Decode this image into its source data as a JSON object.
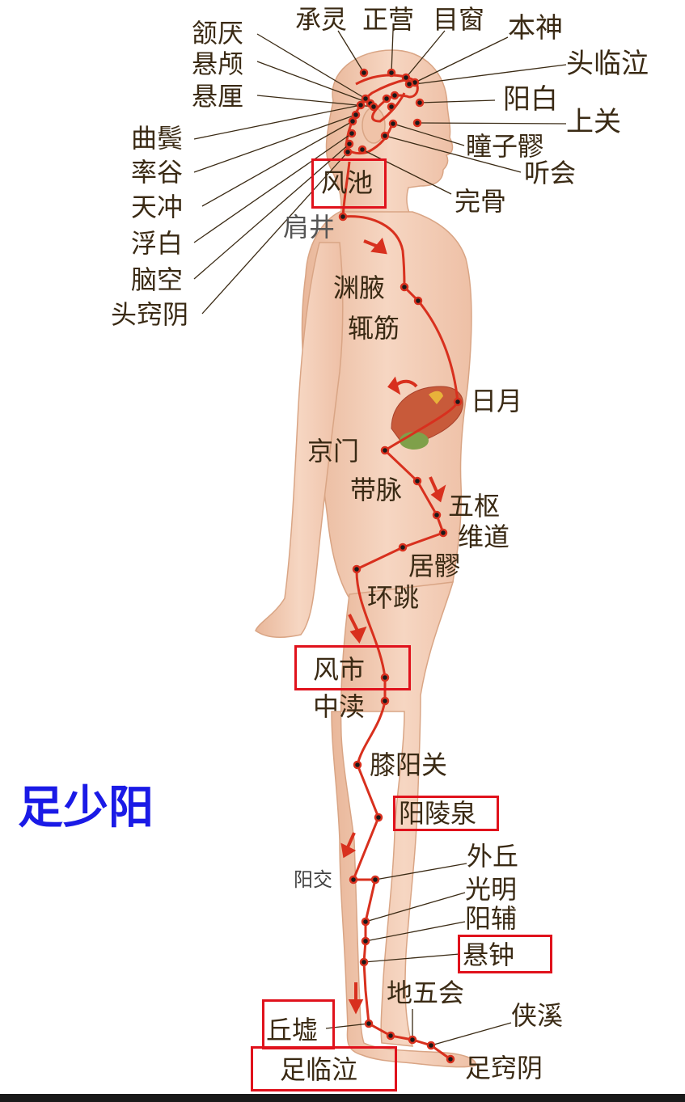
{
  "title": "足少阳",
  "colors": {
    "title": "#1a1ae6",
    "meridian_line": "#d8301e",
    "highlight_box": "#e0121c",
    "label_text": "#3a2a14",
    "skin": "#f2cdb4"
  },
  "points": {
    "hanyan": "颔厌",
    "xuanlu": "悬颅",
    "xuanli": "悬厘",
    "qubin": "曲鬓",
    "shuaigu": "率谷",
    "tianchong": "天冲",
    "fubai": "浮白",
    "naokong": "脑空",
    "touqiaoyin": "头窍阴",
    "chengling": "承灵",
    "zhengying": "正营",
    "muchuang": "目窗",
    "benshen": "本神",
    "toulinqi": "头临泣",
    "yangbai": "阳白",
    "shangguan": "上关",
    "tongziliao": "瞳子髎",
    "tinghui": "听会",
    "wangu": "完骨",
    "fengchi": "风池",
    "jianjing": "肩井",
    "yuanye": "渊腋",
    "zhejin": "辄筋",
    "riyue": "日月",
    "jingmen": "京门",
    "daimai": "带脉",
    "wushu": "五枢",
    "weidao": "维道",
    "juliao": "居髎",
    "huantiao": "环跳",
    "fengshi": "风市",
    "zhongdu": "中渎",
    "xiyangguan": "膝阳关",
    "yanglingquan": "阳陵泉",
    "waiqiu": "外丘",
    "guangming": "光明",
    "yangjiao": "阳交",
    "yangfu": "阳辅",
    "xuanzhong": "悬钟",
    "diwuhui": "地五会",
    "xiaxi": "侠溪",
    "qiuxu": "丘墟",
    "zulinqi": "足临泣",
    "zuqiaoyin": "足窍阴"
  }
}
